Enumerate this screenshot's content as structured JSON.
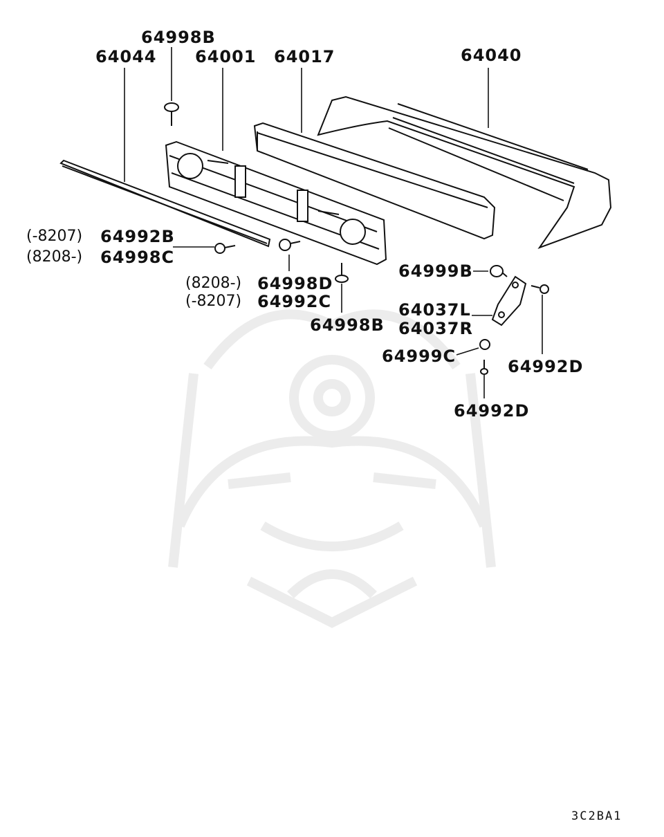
{
  "diagram": {
    "labels": {
      "bolt_top": "64998B",
      "molding": "64044",
      "reinforcement": "64001",
      "absorber": "64017",
      "bumper_cover": "64040",
      "left_range_a": "(-8207)",
      "left_part_a": "64992B",
      "left_range_b": "(8208-)",
      "left_part_b": "64998C",
      "mid_range_a": "(8208-)",
      "mid_part_a": "64998D",
      "mid_range_b": "(-8207)",
      "mid_part_b": "64992C",
      "bolt_bottom": "64998B",
      "clip_b": "64999B",
      "bracket_l": "64037L",
      "bracket_r": "64037R",
      "clip_c": "64999C",
      "screw_right": "64992D",
      "screw_bottom": "64992D"
    },
    "code": "3C2BA1",
    "colors": {
      "ink": "#111111",
      "watermark": "#ececec"
    }
  }
}
